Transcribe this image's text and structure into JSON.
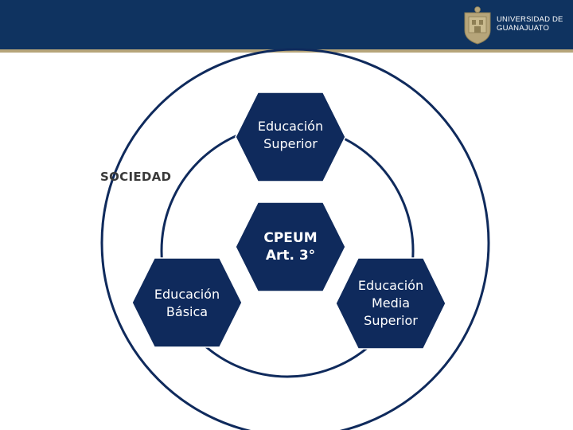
{
  "header": {
    "logo": {
      "line1": "UNIVERSIDAD DE",
      "line2": "GUANAJUATO"
    }
  },
  "diagram": {
    "outer_label": "SOCIEDAD",
    "center": {
      "line1": "CPEUM",
      "line2": "Art. 3°"
    },
    "top": {
      "line1": "Educación",
      "line2": "Superior"
    },
    "left": {
      "line1": "Educación",
      "line2": "Básica"
    },
    "right": {
      "line1": "Educación",
      "line2": "Media",
      "line3": "Superior"
    }
  },
  "colors": {
    "header": "#0f3360",
    "accent": "#b6a57a",
    "hexagon": "#0f2a5c",
    "circle_stroke": "#0f2a5c"
  }
}
